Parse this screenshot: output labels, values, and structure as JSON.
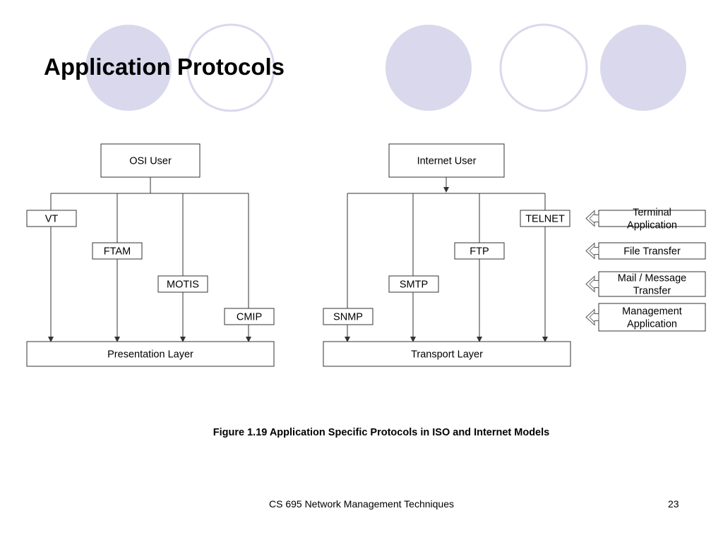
{
  "slide": {
    "title": "Application Protocols",
    "caption": "Figure 1.19 Application Specific Protocols in ISO and Internet Models",
    "footer": "CS 695 Network Management Techniques",
    "page_number": "23"
  },
  "colors": {
    "circle_fill": "#d9d8ec",
    "circle_stroke": "#d9d8ec",
    "line": "#333333"
  },
  "osi": {
    "top": "OSI User",
    "protocols": [
      "VT",
      "FTAM",
      "MOTIS",
      "CMIP"
    ],
    "bottom": "Presentation Layer"
  },
  "internet": {
    "top": "Internet User",
    "protocols": [
      "SNMP",
      "SMTP",
      "FTP",
      "TELNET"
    ],
    "bottom": "Transport Layer"
  },
  "categories": [
    [
      "Terminal",
      "Application"
    ],
    [
      "File Transfer"
    ],
    [
      "Mail / Message",
      "Transfer"
    ],
    [
      "Management",
      "Application"
    ]
  ]
}
